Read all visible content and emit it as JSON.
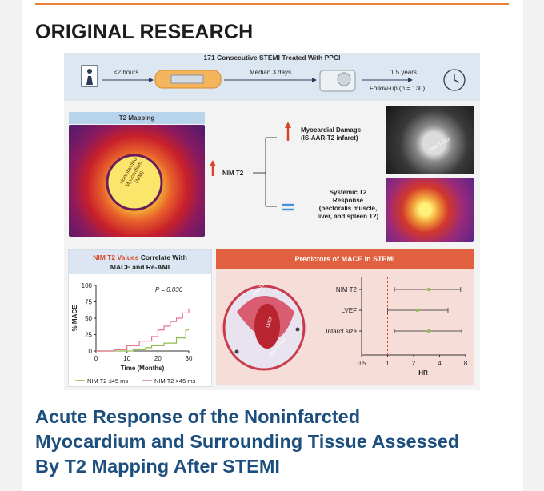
{
  "section_label": "ORIGINAL RESEARCH",
  "headline": {
    "line1": "Acute Response of the Noninfarcted",
    "line2": "Myocardium and Surrounding Tissue Assessed",
    "line3": "By T2 Mapping After STEMI"
  },
  "abstract": {
    "band": {
      "title": "171 Consecutive STEMI Treated With PPCI",
      "step1": "<2 hours",
      "step2": "Median 3 days",
      "step3_a": "1.5 years",
      "step3_b": "Follow-up (n = 130)"
    },
    "t2_mapping": {
      "title": "T2 Mapping",
      "nim_label_1": "Noninfarcted",
      "nim_label_2": "Myocardium",
      "nim_label_3": "(NIM)",
      "nim_t2": "NIM T2",
      "damage_1": "Myocardial Damage",
      "damage_2": "(IS-AAR-T2 infarct)",
      "systemic_1": "Systemic T2",
      "systemic_2": "Response",
      "systemic_3": "(pectoralis muscle,",
      "systemic_4": "liver, and spleen T2)",
      "infarct_size": "Infarct Size"
    },
    "km_panel": {
      "title_highlight": "NIM T2 Values",
      "title_rest_1": " Correlate With",
      "title_line2": "MACE and Re-AMI",
      "p_value": "P = 0.036",
      "ylabel": "% MACE",
      "xlabel": "Time (Months)",
      "legend_low": "NIM T2 ≤45 ms",
      "legend_high": "NIM T2 >45 ms"
    },
    "predictors": {
      "title": "Predictors of MACE in STEMI",
      "heart_label_1": "NIM T2",
      "heart_label_2": "LVEF",
      "heart_label_3": "Infarct Size",
      "xlabel": "HR"
    }
  },
  "colors": {
    "accent_line": "#e8813a",
    "headline": "#1d4f7e",
    "pred_header": "#e0603f",
    "km_low": "#8fbf4a",
    "km_high": "#e6738f"
  },
  "chart_data": [
    {
      "type": "line",
      "title": "NIM T2 Values Correlate With MACE and Re-AMI",
      "xlabel": "Time (Months)",
      "ylabel": "% MACE",
      "xlim": [
        0,
        30
      ],
      "ylim": [
        0,
        100
      ],
      "xticks": [
        "0",
        "10",
        "20",
        "30"
      ],
      "yticks": [
        "0",
        "25",
        "50",
        "75",
        "100"
      ],
      "annotation": "P = 0.036",
      "series": [
        {
          "name": "NIM T2 ≤45 ms",
          "x": [
            0,
            12,
            16,
            18,
            22,
            26,
            29,
            30
          ],
          "y": [
            0,
            2,
            5,
            8,
            12,
            20,
            32,
            32
          ]
        },
        {
          "name": "NIM T2 >45 ms",
          "x": [
            0,
            6,
            10,
            14,
            18,
            20,
            22,
            24,
            26,
            28,
            30
          ],
          "y": [
            0,
            2,
            8,
            15,
            22,
            32,
            38,
            45,
            50,
            58,
            65
          ]
        }
      ]
    },
    {
      "type": "scatter",
      "title": "Predictors of MACE in STEMI",
      "xlabel": "HR",
      "scale": "log",
      "xticks": [
        "0.5",
        "1",
        "2",
        "4",
        "8"
      ],
      "reference_line": 1,
      "categories": [
        "NIM T2",
        "LVEF",
        "Infarct size"
      ],
      "estimate": [
        3.0,
        2.2,
        3.0
      ],
      "ci_low": [
        1.2,
        1.0,
        1.2
      ],
      "ci_high": [
        7.0,
        5.0,
        7.2
      ]
    }
  ]
}
